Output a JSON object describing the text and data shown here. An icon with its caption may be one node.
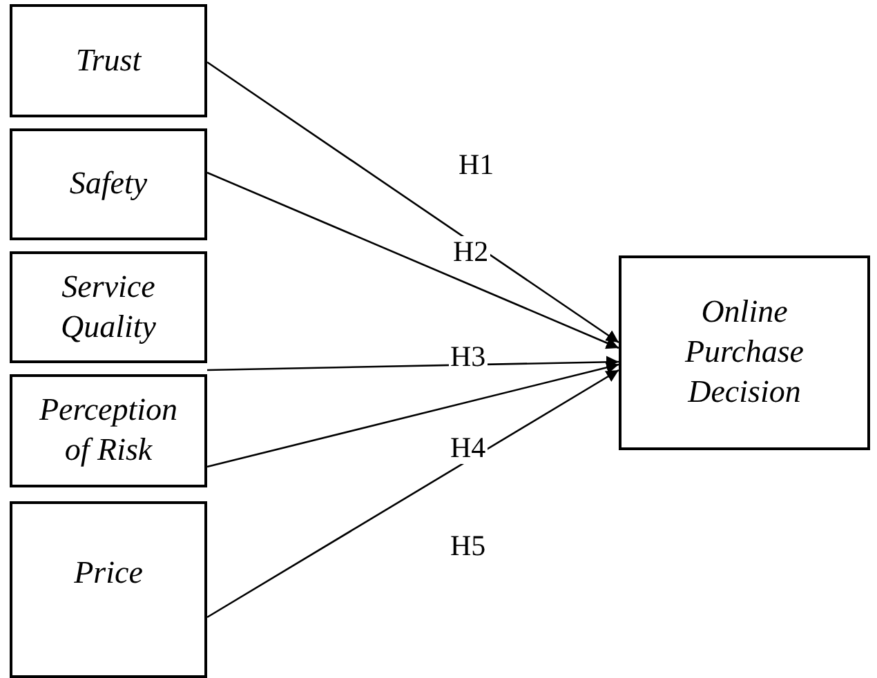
{
  "diagram": {
    "nodes": [
      {
        "text": [
          "Trust"
        ]
      },
      {
        "text": [
          "Safety"
        ]
      },
      {
        "text": [
          "Service Quality"
        ]
      },
      {
        "text": [
          "Perception of Risk"
        ]
      },
      {
        "text": [
          "Price"
        ]
      },
      {
        "text": [
          "Online Purchase Decision"
        ]
      }
    ],
    "edges": [
      {
        "from": 0,
        "to": 5,
        "arrow": "to",
        "label": "H1"
      },
      {
        "from": 1,
        "to": 5,
        "arrow": "to",
        "label": "H2"
      },
      {
        "from": 2,
        "to": 5,
        "arrow": "to",
        "label": "H3"
      },
      {
        "from": 3,
        "to": 5,
        "arrow": "to",
        "label": "H4"
      },
      {
        "from": 4,
        "to": 5,
        "arrow": "to",
        "label": "H5"
      }
    ]
  }
}
